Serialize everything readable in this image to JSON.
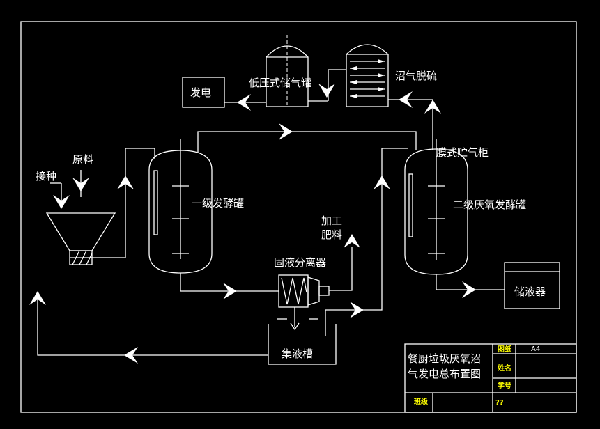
{
  "labels": {
    "power": "发电",
    "gas_tank": "低压式储气罐",
    "desulfur": "沼气脱硫",
    "membrane": "膜式贮气柜",
    "inoculum": "接种",
    "raw": "原料",
    "primary": "一级发酵罐",
    "secondary": "二级厌氧发酵罐",
    "fert_1": "加工",
    "fert_2": "肥料",
    "separator": "固液分离器",
    "storage": "储液器",
    "collector": "集液槽"
  },
  "title_block": {
    "title_line1": "餐厨垃圾厌氧沼",
    "title_line2": "气发电总布置图",
    "label_drawing": "图纸",
    "value_drawing": "A4",
    "label_name": "姓名",
    "label_id": "学号",
    "label_class": "班级",
    "value_class": "??"
  }
}
